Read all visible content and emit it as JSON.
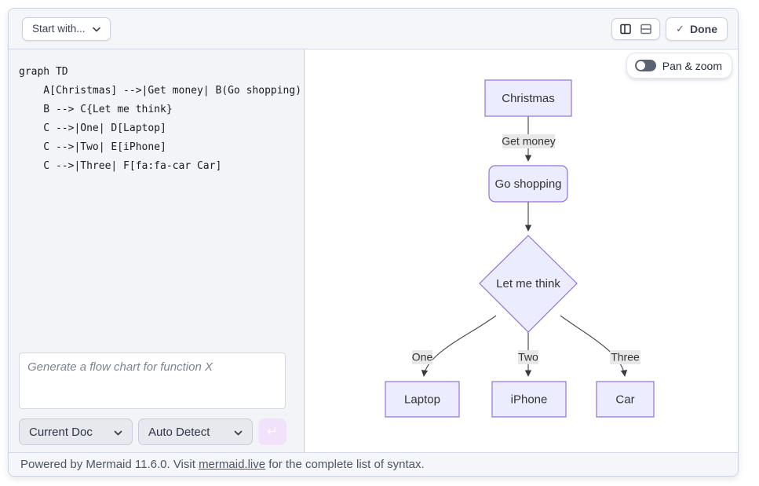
{
  "toolbar": {
    "start_with_label": "Start with...",
    "done_label": "Done",
    "done_check": "✓"
  },
  "editor": {
    "code": "graph TD\n    A[Christmas] -->|Get money| B(Go shopping)\n    B --> C{Let me think}\n    C -->|One| D[Laptop]\n    C -->|Two| E[iPhone]\n    C -->|Three| F[fa:fa-car Car]"
  },
  "prompt": {
    "placeholder": "Generate a flow chart for function X",
    "context_select_value": "Current Doc",
    "type_select_value": "Auto Detect",
    "send_glyph": "↵"
  },
  "preview": {
    "pan_zoom_label": "Pan & zoom"
  },
  "diagram": {
    "type": "flowchart-TD",
    "colors": {
      "node_fill": "#ECECFF",
      "node_border": "#9370DB",
      "edge": "#4b4f54",
      "edge_label_bg": "#e8e8e8",
      "text": "#333333"
    },
    "nodes": [
      {
        "id": "A",
        "label": "Christmas",
        "shape": "rect"
      },
      {
        "id": "B",
        "label": "Go shopping",
        "shape": "rounded"
      },
      {
        "id": "C",
        "label": "Let me think",
        "shape": "diamond"
      },
      {
        "id": "D",
        "label": "Laptop",
        "shape": "rect"
      },
      {
        "id": "E",
        "label": "iPhone",
        "shape": "rect"
      },
      {
        "id": "F",
        "label": "Car",
        "shape": "rect"
      }
    ],
    "edges": [
      {
        "from": "A",
        "to": "B",
        "label": "Get money"
      },
      {
        "from": "B",
        "to": "C",
        "label": ""
      },
      {
        "from": "C",
        "to": "D",
        "label": "One"
      },
      {
        "from": "C",
        "to": "E",
        "label": "Two"
      },
      {
        "from": "C",
        "to": "F",
        "label": "Three"
      }
    ]
  },
  "footer": {
    "text_before": "Powered by Mermaid 11.6.0. Visit ",
    "link_text": "mermaid.live",
    "text_after": " for the complete list of syntax."
  }
}
